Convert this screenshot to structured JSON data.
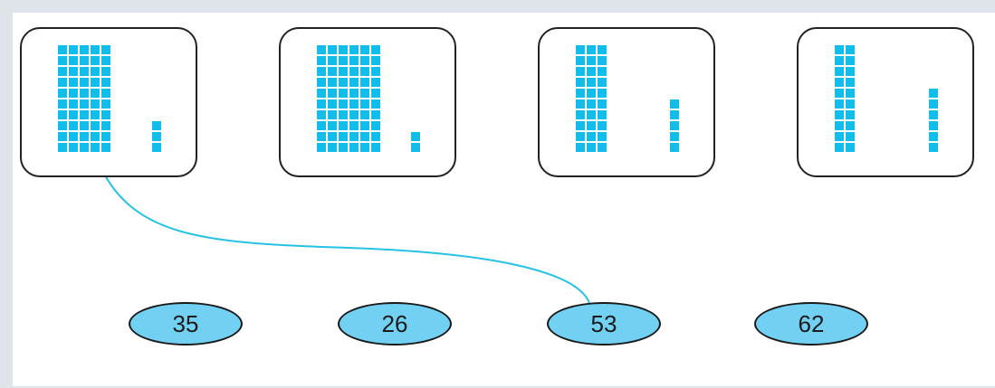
{
  "colors": {
    "block": "#12bde9",
    "ellipse_fill": "#72d0f2",
    "connector": "#26c2e4",
    "frame": "#dfe3ea"
  },
  "cards": [
    {
      "tens": 5,
      "ones": 3
    },
    {
      "tens": 6,
      "ones": 2
    },
    {
      "tens": 3,
      "ones": 5
    },
    {
      "tens": 2,
      "ones": 6
    }
  ],
  "answers": [
    {
      "label": "35"
    },
    {
      "label": "26"
    },
    {
      "label": "53"
    },
    {
      "label": "62"
    }
  ],
  "connection": {
    "from_card": 0,
    "to_answer": 2
  }
}
